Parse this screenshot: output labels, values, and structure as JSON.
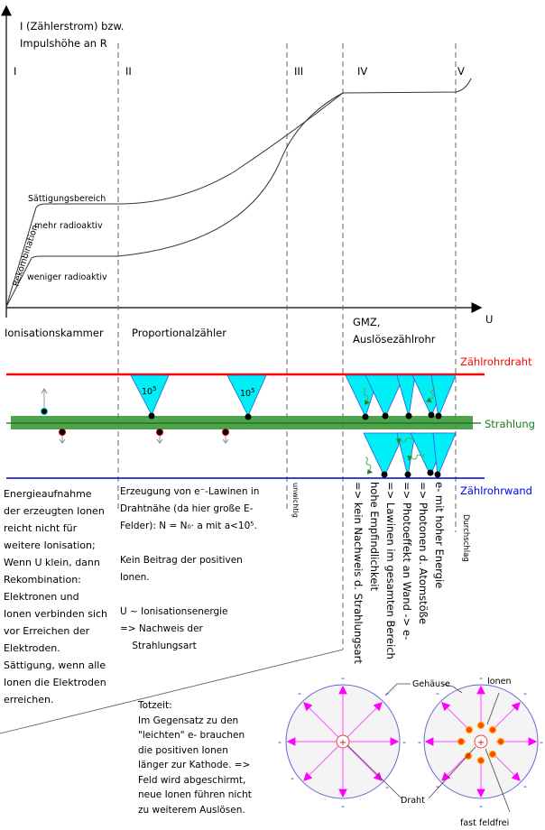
{
  "graph": {
    "y_axis_label_lines": [
      "I (Zählerstrom) bzw.",
      "Impulshöhe an R"
    ],
    "x_axis_label": "U",
    "regions": [
      "I",
      "II",
      "III",
      "IV",
      "V"
    ],
    "curve_labels": {
      "saturation": "Sättigungsbereich",
      "more": "mehr radioaktiv",
      "less": "weniger radioaktiv",
      "recombination": "Rekombination"
    },
    "detector_names": {
      "ionization_chamber": "Ionisationskammer",
      "proportional": "Proportionalzähler",
      "gmz_lines": [
        "GMZ,",
        "Auslösezählrohr"
      ]
    }
  },
  "tube": {
    "wire_label": "Zählrohrdraht",
    "radiation_label": "Strahlung",
    "wall_label": "Zählrohrwand",
    "avalanche_factor": "10",
    "avalanche_exponent": "5",
    "colors": {
      "wire": "#ff0000",
      "radiation": "#3a9a3a",
      "wall": "#0000cc",
      "avalanche": "#00e8f0"
    }
  },
  "descriptions": {
    "ionization_lines": [
      "Energieaufnahme",
      "der erzeugten Ionen",
      "reicht nicht für",
      "weitere Ionisation;",
      "Wenn U klein, dann",
      "Rekombination:",
      "Elektronen und",
      "Ionen verbinden sich",
      "vor Erreichen der",
      "Elektroden.",
      "Sättigung, wenn alle",
      "Ionen die Elektroden",
      "erreichen."
    ],
    "proportional_lines": [
      "Erzeugung von e⁻-Lawinen in",
      "Drahtnähe (da hier große E-",
      "Felder): N = N₀· a mit a<10⁵.",
      "",
      "Kein Beitrag der positiven",
      "Ionen.",
      "",
      "U ~ Ionisationsenergie",
      "=> Nachweis der",
      "    Strahlungsart"
    ],
    "region3": "unwichtig",
    "gmz_lines": [
      "e- mit hoher Energie",
      "=> Photonen d. Atomstöße",
      "=> Photoeffekt an Wand -> e-",
      "=> Lawinen im gesamten Bereich",
      "hohe Empfindlichkeit",
      "=> kein Nachweis d. Strahlungsart"
    ],
    "region5": "Durchschlag",
    "deadtime_lines": [
      "Totzeit:",
      "Im Gegensatz zu den",
      "\"leichten\" e- brauchen",
      "die positiven Ionen",
      "länger zur Kathode. =>",
      "Feld wird abgeschirmt,",
      "neue Ionen führen nicht",
      "zu weiterem Auslösen."
    ]
  },
  "cross_section": {
    "housing_label": "Gehäuse",
    "ions_label": "Ionen",
    "wire_label": "Draht",
    "field_free_label": "fast feldfrei",
    "plus_sign": "+",
    "minus_sign": "-"
  }
}
